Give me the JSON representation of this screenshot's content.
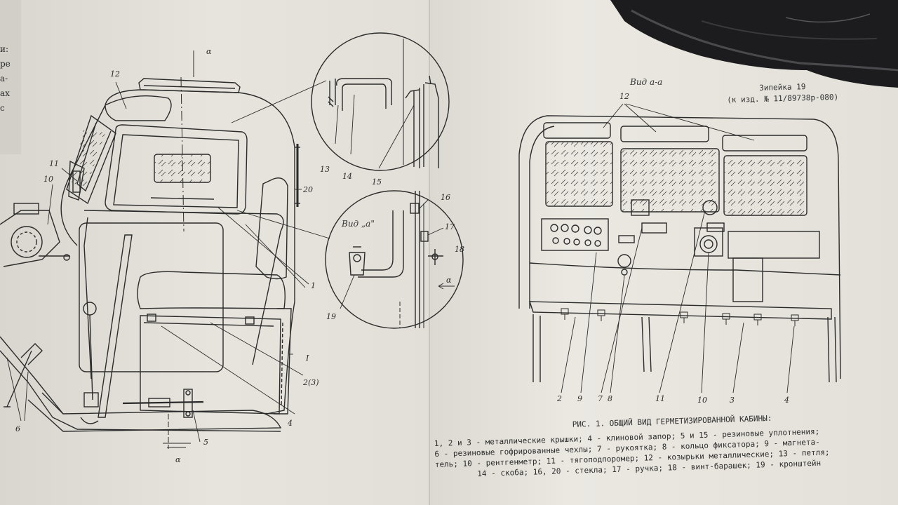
{
  "page_edge_text": [
    "и:",
    "ре",
    "а-",
    "ах",
    "с"
  ],
  "left_labels": {
    "alpha_top": "α",
    "alpha_bottom": "α",
    "l12": "12",
    "l11": "11",
    "l10": "10",
    "l20": "20",
    "l1": "1",
    "lI": "I",
    "l2_3": "2(3)",
    "l4": "4",
    "l5": "5",
    "l6": "6",
    "l13": "13",
    "l14": "14",
    "l15": "15",
    "l16": "16",
    "l17": "17",
    "l18": "18",
    "l19": "19",
    "alpha_detail": "α",
    "view_a": "Вид „а\""
  },
  "right_labels": {
    "view_aa": "Вид а-а",
    "ref_line_1": "Зипейка 19",
    "ref_line_2": "(к изд. № 11/89738р-080)",
    "l12": "12",
    "bottom": [
      "2",
      "9",
      "7",
      "8",
      "11",
      "10",
      "3",
      "4"
    ]
  },
  "caption": {
    "title": "РИС. 1. ОБЩИЙ ВИД ГЕРМЕТИЗИРОВАННОЙ КАБИНЫ:",
    "line_1": "1, 2 и 3 - металлические крышки; 4 - клиновой запор; 5 и 15 - резиновые уплотнения;",
    "line_2": "6 - резиновые гофрированные чехлы; 7 - рукоятка; 8 - кольцо фиксатора; 9 - магнета-",
    "line_3": "тель;  10 - рентгенметр; 11 - тягоподпоромер; 12 - козырьки металлические; 13 - петля;",
    "line_4": "14 - скоба; 16, 20 - стекла; 17 - ручка; 18 - винт-барашек; 19 - кронштейн"
  },
  "colors": {
    "paper": "#e9e6df",
    "ink": "#2b2b2b",
    "background": "#3a3026"
  }
}
